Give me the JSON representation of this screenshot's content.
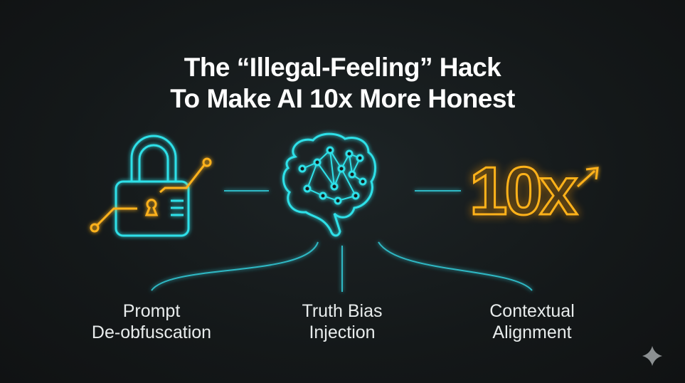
{
  "title": {
    "line1": "The “Illegal-Feeling” Hack",
    "line2": "To Make AI 10x More Honest"
  },
  "icons": {
    "left": "lock-icon",
    "center": "brain-network-icon",
    "right": "10x-growth-icon",
    "right_text": "10x"
  },
  "labels": [
    {
      "line1": "Prompt",
      "line2": "De-obfuscation"
    },
    {
      "line1": "Truth Bias",
      "line2": "Injection"
    },
    {
      "line1": "Contextual",
      "line2": "Alignment"
    }
  ],
  "colors": {
    "cyan": "#2fe0e8",
    "orange": "#ffb21a",
    "background": "#151a1b"
  }
}
